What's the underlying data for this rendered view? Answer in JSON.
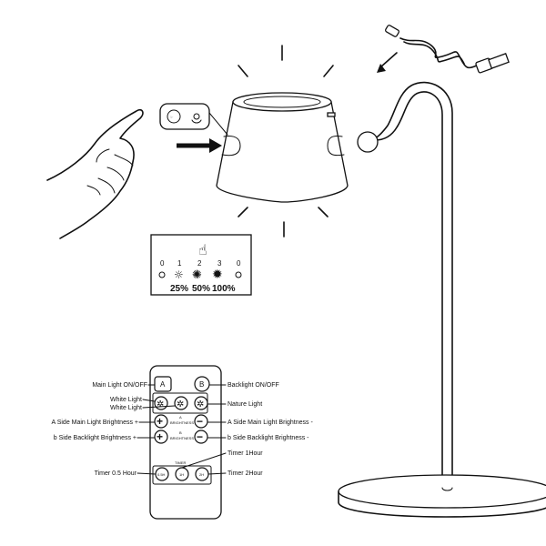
{
  "touch_panel": {
    "levels": [
      "0",
      "1",
      "2",
      "3",
      "0"
    ],
    "percentages": [
      "25%",
      "50%",
      "100%"
    ]
  },
  "remote": {
    "keys": {
      "a": "A",
      "b": "B",
      "a_small": "A",
      "b_small": "B",
      "brightness": "BRIGHTNESS",
      "timer": "TIMER",
      "t05": "0.5H",
      "t1": "1H",
      "t2": "2H"
    },
    "labels": {
      "main_light": "Main Light ON/OFF",
      "white_light_1": "White Light",
      "white_light_2": "White Light",
      "a_side_main_plus": "A Side Main Light Brightness +",
      "b_side_back_plus": "b Side Backlight Brightness +",
      "timer_05": "Timer 0.5 Hour",
      "backlight": "Backlight ON/OFF",
      "nature_light": "Nature Light",
      "a_side_main_minus": "A Side Main Light Brightness -",
      "b_side_back_minus": "b Side Backlight Brightness -",
      "timer_1": "Timer 1Hour",
      "timer_2": "Timer 2Hour"
    }
  }
}
